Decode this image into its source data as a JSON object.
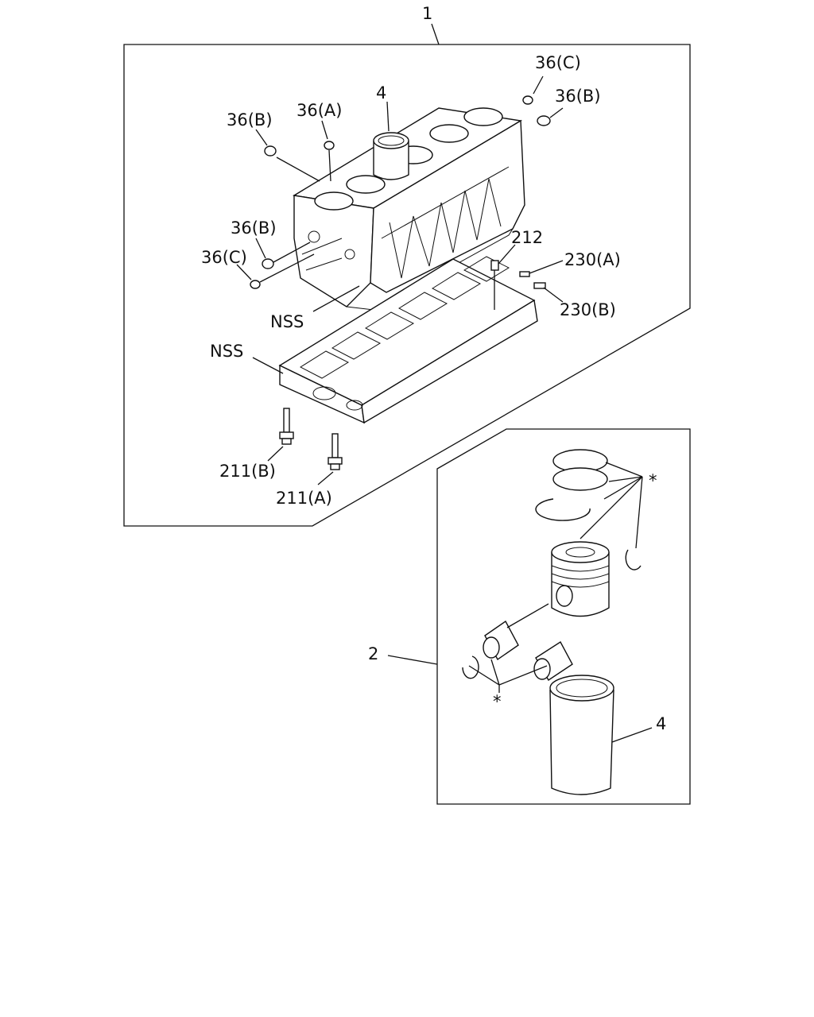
{
  "callouts": {
    "assembly": "1",
    "piston_kit": "2",
    "liner_top": "4",
    "liner_bottom": "4",
    "plug_c_top": "36(C)",
    "plug_b_top_right": "36(B)",
    "plug_b_top_left": "36(B)",
    "plug_a": "36(A)",
    "plug_b_side": "36(B)",
    "plug_c_side": "36(C)",
    "pin_212": "212",
    "plug_230a": "230(A)",
    "plug_230b": "230(B)",
    "nss_block": "NSS",
    "nss_bed": "NSS",
    "bolt_211b": "211(B)",
    "bolt_211a": "211(A)",
    "asterisk_rings": "*",
    "asterisk_pins": "*"
  }
}
